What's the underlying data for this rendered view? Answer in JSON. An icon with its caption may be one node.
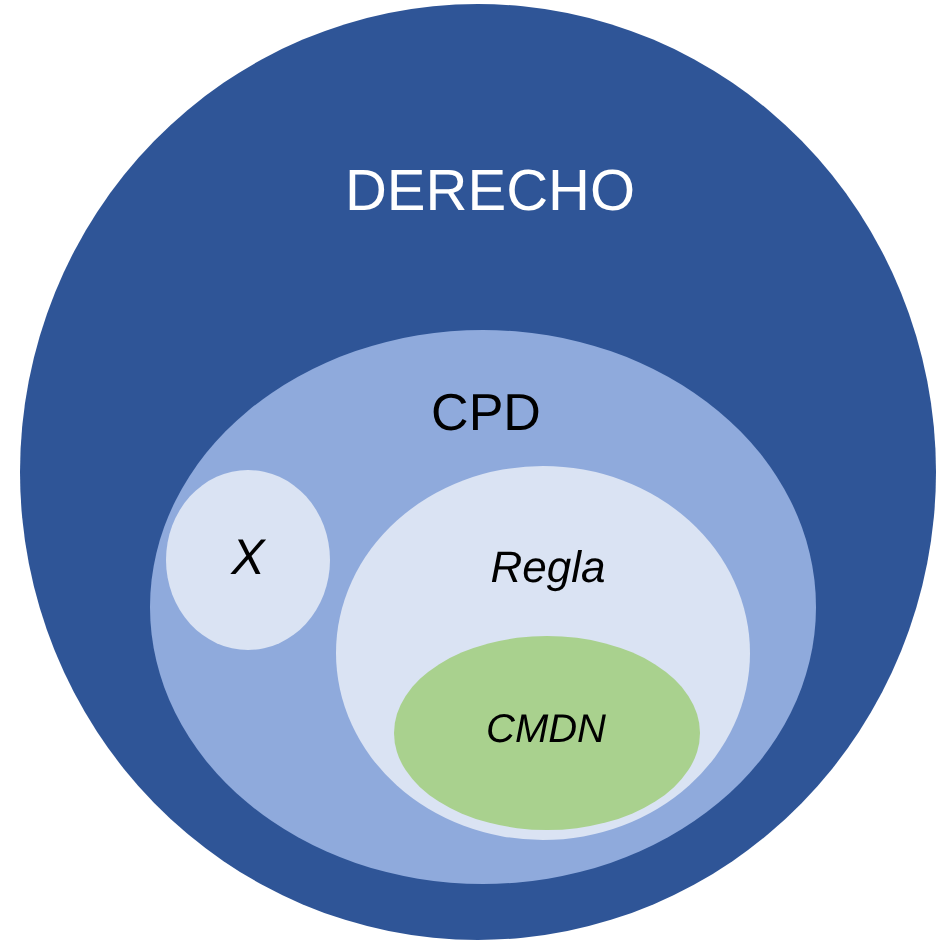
{
  "diagram": {
    "nodes": [
      {
        "text": [
          "DERECHO"
        ]
      },
      {
        "text": [
          "CPD"
        ],
        "in": 0
      },
      {
        "text": [
          "X"
        ],
        "in": 1
      },
      {
        "text": [
          "Regla"
        ],
        "in": 1
      },
      {
        "text": [
          "CMDN"
        ],
        "in": 3
      }
    ]
  }
}
